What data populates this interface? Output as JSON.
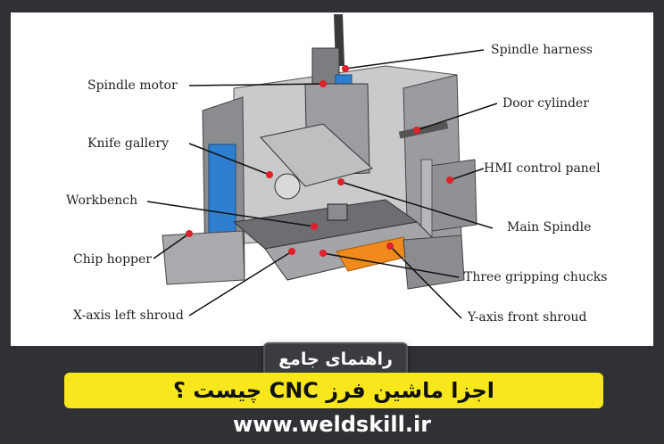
{
  "diagram": {
    "labels": {
      "spindle_harness": "Spindle harness",
      "spindle_motor": "Spindle motor",
      "door_cylinder": "Door cylinder",
      "knife_gallery": "Knife gallery",
      "hmi_control_panel": "HMI control panel",
      "workbench": "Workbench",
      "main_spindle": "Main Spindle",
      "chip_hopper": "Chip hopper",
      "three_gripping_chucks": "Three gripping chucks",
      "x_axis_left_shroud": "X-axis left shroud",
      "y_axis_front_shroud": "Y-axis front shroud"
    },
    "colors": {
      "marker": "#e0202a",
      "panel_blue": "#2f7fd0",
      "orange": "#f08a1c",
      "machine_gray": "#7b7d80"
    }
  },
  "banner": {
    "badge": "راهنمای جامع",
    "title": "اجزا ماشین فرز CNC چیست ؟",
    "website": "www.weldskill.ir"
  },
  "colors": {
    "background": "#2f3134",
    "title_bar": "#f8e71c"
  }
}
